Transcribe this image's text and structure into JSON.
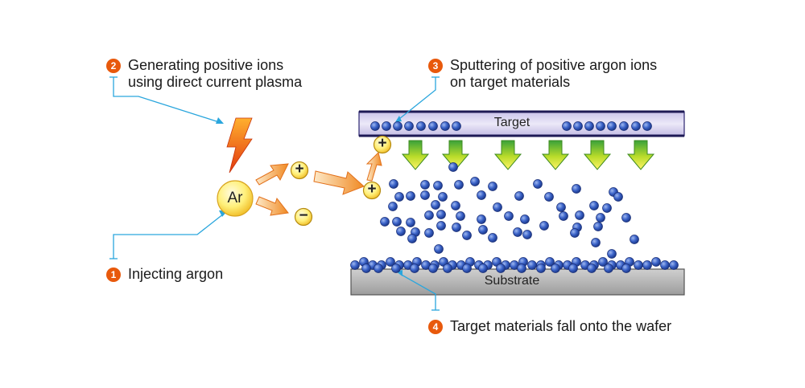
{
  "steps": [
    {
      "num": "1",
      "text": "Injecting argon"
    },
    {
      "num": "2",
      "text": "Generating positive ions\nusing direct current plasma"
    },
    {
      "num": "3",
      "text": "Sputtering of positive argon ions\non target materials"
    },
    {
      "num": "4",
      "text": "Target materials fall onto the wafer"
    }
  ],
  "labels": {
    "target": "Target",
    "substrate": "Substrate",
    "argon": "Ar",
    "plus": "+",
    "minus": "−"
  },
  "colors": {
    "accent": "#e8590c",
    "leader": "#2aa6dd",
    "particle": "#3b63c8",
    "target_fill": "#d9d4f0",
    "substrate_fill": "#b5b5b5",
    "ion_fill": "#fff27a",
    "arrow_green": "#9ccf2e"
  }
}
